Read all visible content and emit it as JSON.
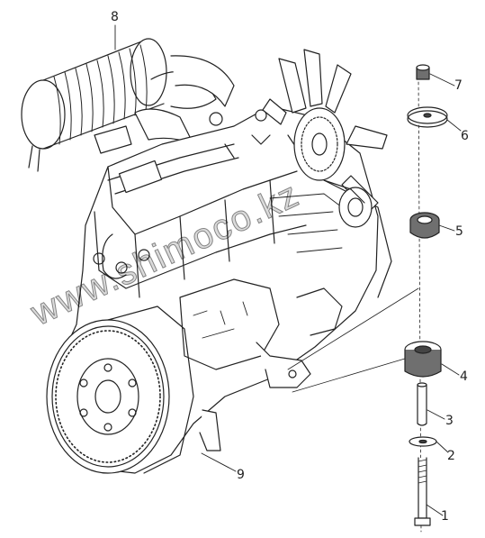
{
  "callouts": [
    "1",
    "2",
    "3",
    "4",
    "5",
    "6",
    "7",
    "8",
    "9"
  ],
  "watermark": "www.shimoco.kz",
  "colors": {
    "line": "#222222",
    "fill": "#ffffff",
    "shade": "#6f6f6f"
  }
}
